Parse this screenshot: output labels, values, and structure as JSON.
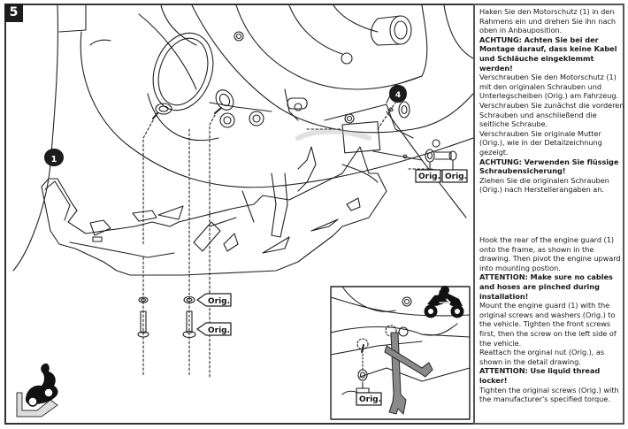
{
  "step": {
    "number": "5"
  },
  "callouts": {
    "part_1": "1",
    "part_4": "4",
    "orig_label": "Orig."
  },
  "icons": {
    "rider_on_bike_tilted": "motorcycle-rider-icon",
    "rider_on_bike_side": "motorcycle-side-view-icon",
    "wrench": "wrench-icon"
  },
  "instructions": {
    "de": {
      "para1": "Haken Sie den Motorschutz (1) in den Rahmens ein und drehen Sie ihn nach oben in Anbauposition.",
      "warning1": "ACHTUNG: Achten Sie bei der Montage darauf, dass keine Kabel und Schläuche eingeklemmt werden!",
      "para2": "Verschrauben Sie den Motorschutz (1) mit den originalen Schrauben und Unterlegscheiben (Orig.) am Fahrzeug. Verschrauben Sie zunächst die vorderen Schrauben und anschließend die seitliche Schraube.",
      "para3": "Verschrauben Sie originale Mutter (Orig.), wie in der Detailzeichnung gezeigt.",
      "warning2": "ACHTUNG: Verwenden Sie flüssige Schraubensicherung!",
      "para4": "Ziehen Sie die originalen Schrauben (Orig.) nach Herstellerangaben an."
    },
    "en": {
      "para1": "Hook the rear of the engine guard (1) onto the frame, as shown in the drawing. Then pivot the engine upward into mounting postion.",
      "warning1": "ATTENTION: Make sure no cables and hoses are pinched during installation!",
      "para2": "Mount the engine guard (1) with the original screws and washers (Orig.) to the vehicle. Tighten the front screws first, then the screw on the left side of the vehicle.",
      "para3": "Reattach the orginal nut (Orig.), as shown in the detail drawing.",
      "warning2": "ATTENTION: Use liquid thread locker!",
      "para4": "Tighten the original screws (Orig.) with the manufacturer's specified torque."
    }
  }
}
